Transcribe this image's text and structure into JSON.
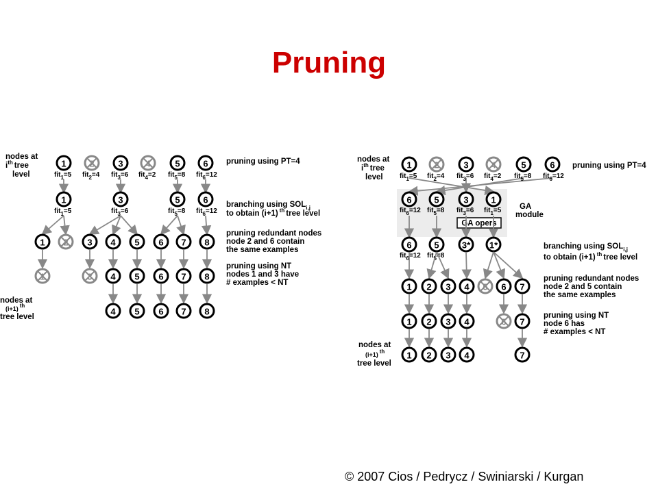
{
  "title": "Pruning",
  "copyright": "© 2007 Cios / Pedrycz / Swiniarski / Kurgan",
  "colors": {
    "title": "#cc0000",
    "node_active": "#000000",
    "node_pruned": "#888888",
    "ga_box": "#ececec"
  },
  "left": {
    "labels": {
      "nodes_at": "nodes at",
      "i": "i",
      "th": "th",
      "tree_level": "tree",
      "level": "level",
      "prune_pt": "pruning using PT=4",
      "branch1": "branching using SOL",
      "branch_sub": "i,j",
      "branch2a": "to obtain (i+1)",
      "branch2b": "tree level",
      "redundant1": "pruning redundant nodes",
      "redundant2": "node 2 and 6 contain",
      "redundant3": "the same examples",
      "nt1": "pruning using NT",
      "nt2": "nodes 1 and 3 have",
      "nt3": "# examples < NT",
      "bottom_nodes_at": "nodes at",
      "bottom_i1": "(i+1)",
      "bottom_tree_level": "tree level"
    },
    "row1": [
      {
        "n": "1",
        "pruned": false,
        "fit": "fit",
        "sub": "1",
        "val": "=5"
      },
      {
        "n": "2",
        "pruned": true,
        "fit": "fit",
        "sub": "2",
        "val": "=4"
      },
      {
        "n": "3",
        "pruned": false,
        "fit": "fit",
        "sub": "3",
        "val": "=6"
      },
      {
        "n": "4",
        "pruned": true,
        "fit": "fit",
        "sub": "4",
        "val": "=2"
      },
      {
        "n": "5",
        "pruned": false,
        "fit": "fit",
        "sub": "5",
        "val": "=8"
      },
      {
        "n": "6",
        "pruned": false,
        "fit": "fit",
        "sub": "6",
        "val": "=12"
      }
    ],
    "row2": [
      {
        "n": "1",
        "fit": "fit",
        "sub": "1",
        "val": "=5"
      },
      {
        "n": "3",
        "fit": "fit",
        "sub": "3",
        "val": "=6"
      },
      {
        "n": "5",
        "fit": "fit",
        "sub": "5",
        "val": "=8"
      },
      {
        "n": "6",
        "fit": "fit",
        "sub": "6",
        "val": "=12"
      }
    ],
    "row3": [
      "1",
      "2",
      "3",
      "4",
      "5",
      "6",
      "7",
      "8"
    ],
    "row4": [
      "1",
      "3",
      "4",
      "5",
      "6",
      "7",
      "8"
    ],
    "row5": [
      "4",
      "5",
      "6",
      "7",
      "8"
    ]
  },
  "right": {
    "labels": {
      "nodes_at": "nodes at",
      "i": "i",
      "th": "th",
      "tree": "tree",
      "level": "level",
      "prune_pt": "pruning using PT=4",
      "ga1": "GA",
      "ga2": "module",
      "ga_opers": "GA opers",
      "branch1": "branching using SOL",
      "branch_sub": "i,j",
      "branch2a": "to obtain (i+1)",
      "branch2b": "tree level",
      "redundant1": "pruning redundant nodes",
      "redundant2": "node 2 and 5 contain",
      "redundant3": "the same examples",
      "nt1": "pruning using NT",
      "nt2": "node 6 has",
      "nt3": "# examples < NT",
      "bottom_nodes_at": "nodes at",
      "bottom_i1": "(i+1)",
      "bottom_tree_level": "tree level"
    },
    "row1": [
      {
        "n": "1",
        "pruned": false,
        "fit": "fit",
        "sub": "1",
        "val": "=5"
      },
      {
        "n": "2",
        "pruned": true,
        "fit": "fit",
        "sub": "2",
        "val": "=4"
      },
      {
        "n": "3",
        "pruned": false,
        "fit": "fit",
        "sub": "3",
        "val": "=6"
      },
      {
        "n": "4",
        "pruned": true,
        "fit": "fit",
        "sub": "4",
        "val": "=2"
      },
      {
        "n": "5",
        "pruned": false,
        "fit": "fit",
        "sub": "5",
        "val": "=8"
      },
      {
        "n": "6",
        "pruned": false,
        "fit": "fit",
        "sub": "6",
        "val": "=12"
      }
    ],
    "ga_row": [
      {
        "n": "6",
        "fit": "fit",
        "sub": "6",
        "val": "=12"
      },
      {
        "n": "5",
        "fit": "fit",
        "sub": "5",
        "val": "=8"
      },
      {
        "n": "3",
        "fit": "fit",
        "sub": "3",
        "val": "=6"
      },
      {
        "n": "1",
        "fit": "fit",
        "sub": "1",
        "val": "=5"
      }
    ],
    "row3": [
      {
        "n": "6",
        "fit": "fit",
        "sub": "6",
        "val": "=12"
      },
      {
        "n": "5",
        "fit": "fit",
        "sub": "5",
        "val": "=8"
      },
      {
        "n": "3*"
      },
      {
        "n": "1*"
      }
    ],
    "row4": [
      "1",
      "2",
      "3",
      "4",
      "5",
      "6",
      "7"
    ],
    "row5": [
      "1",
      "2",
      "3",
      "4",
      "6",
      "7"
    ],
    "row6": [
      "1",
      "2",
      "3",
      "4",
      "7"
    ]
  }
}
